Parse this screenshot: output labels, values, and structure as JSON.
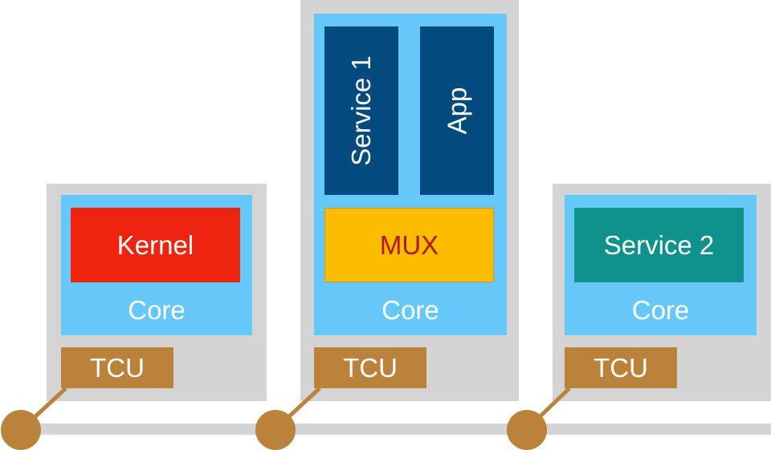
{
  "tiles": [
    {
      "apps": [
        {
          "label": "Kernel"
        }
      ],
      "core_label": "Core",
      "tcu_label": "TCU"
    },
    {
      "apps": [
        {
          "label": "Service 1"
        },
        {
          "label": "App"
        },
        {
          "label": "MUX"
        }
      ],
      "core_label": "Core",
      "tcu_label": "TCU"
    },
    {
      "apps": [
        {
          "label": "Service 2"
        }
      ],
      "core_label": "Core",
      "tcu_label": "TCU"
    }
  ],
  "colors": {
    "tile_bg": "#d4d4d4",
    "core": "#66c8f9",
    "tcu": "#bb823c",
    "kernel": "#ee2410",
    "mux": "#fabb01",
    "mux_text": "#b21911",
    "service1_app": "#034b7f",
    "service2": "#0f928c"
  }
}
